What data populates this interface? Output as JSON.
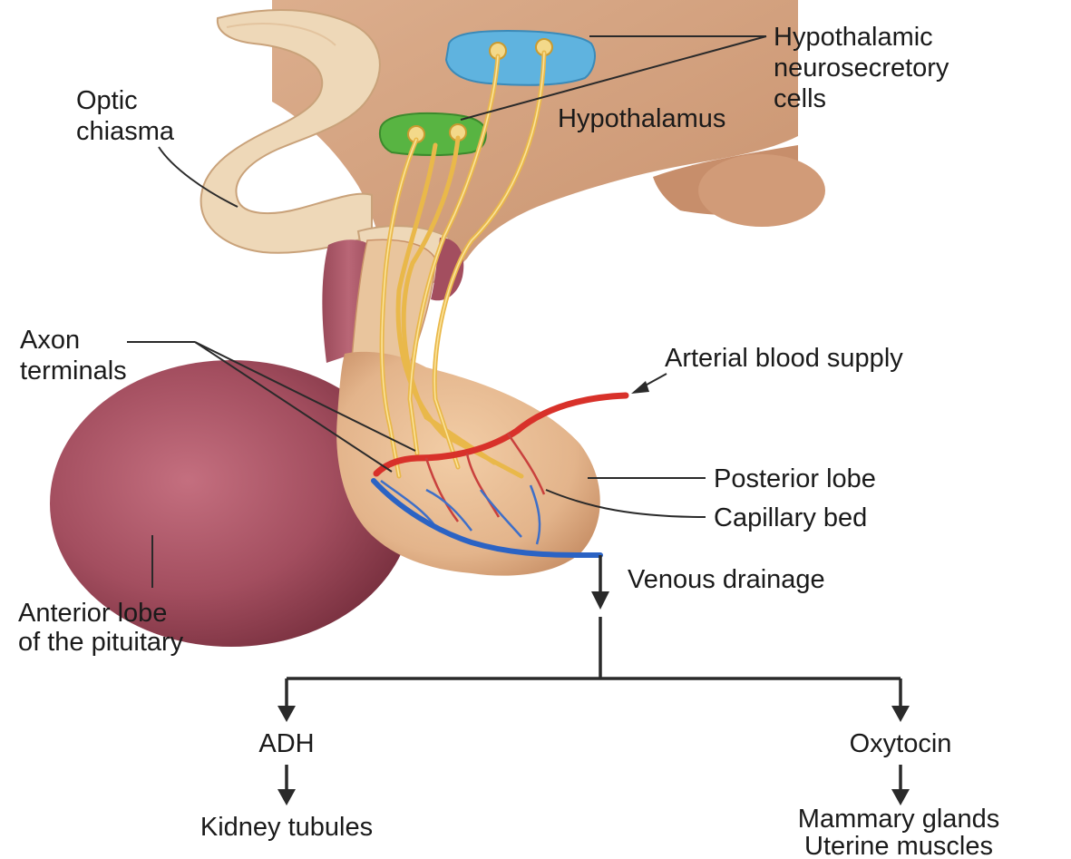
{
  "labels": {
    "hypothalamic_cells": [
      "Hypothalamic",
      "neurosecretory",
      "cells"
    ],
    "optic_chiasma": [
      "Optic",
      "chiasma"
    ],
    "hypothalamus": "Hypothalamus",
    "axon_terminals": [
      "Axon",
      "terminals"
    ],
    "arterial_blood_supply": "Arterial blood supply",
    "posterior_lobe": "Posterior lobe",
    "capillary_bed": "Capillary bed",
    "venous_drainage": "Venous drainage",
    "anterior_lobe": [
      "Anterior lobe",
      "of the pituitary"
    ],
    "adh": "ADH",
    "oxytocin": "Oxytocin",
    "kidney_tubules": "Kidney tubules",
    "oxytocin_targets": [
      "Mammary glands",
      "Uterine muscles"
    ]
  },
  "colors": {
    "brain_tissue": "#d7a886",
    "optic_chiasma": "#eed8b8",
    "anterior_lobe": "#a34e5f",
    "posterior_lobe": "#e3b48b",
    "axons": "#e9b84a",
    "nucleus_blue": "#5fb3df",
    "nucleus_green": "#58b442",
    "artery": "#d8312a",
    "vein": "#2b63c4"
  }
}
